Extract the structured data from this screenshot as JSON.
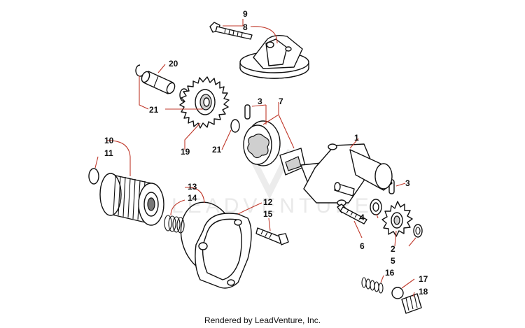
{
  "diagram": {
    "watermark": "LEADVENTURE",
    "credit": "Rendered by LeadVenture, Inc.",
    "callouts": {
      "c1": "1",
      "c2": "2",
      "c3a": "3",
      "c3b": "3",
      "c4": "4",
      "c5": "5",
      "c6": "6",
      "c7": "7",
      "c8": "8",
      "c9": "9",
      "c10": "10",
      "c11": "11",
      "c12": "12",
      "c13": "13",
      "c14": "14",
      "c15": "15",
      "c16": "16",
      "c17": "17",
      "c18": "18",
      "c19": "19",
      "c20": "20",
      "c21a": "21",
      "c21b": "21"
    }
  }
}
